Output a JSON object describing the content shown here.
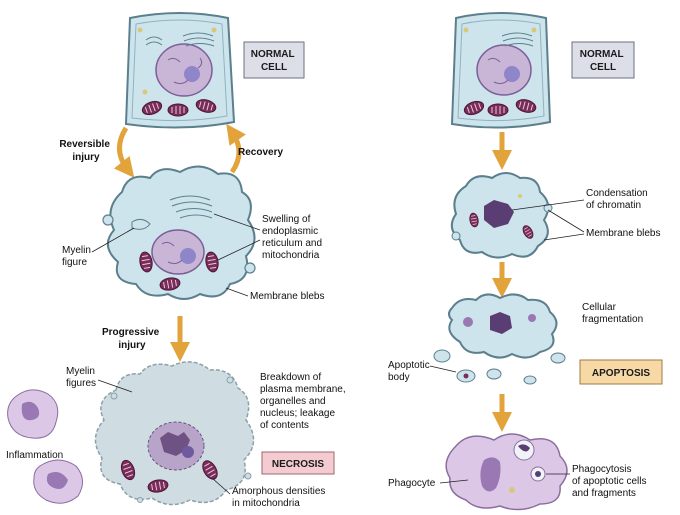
{
  "colors": {
    "cytoplasm": "#cde4ec",
    "cell_outline": "#5b7f8c",
    "nucleus": "#c9b5d6",
    "nucleolus": "#8f86c9",
    "mito": "#7a2c5a",
    "arrow": "#e2a33a",
    "normal_box": "#dcdfe8",
    "necrosis_box": "#f3cbd0",
    "apoptosis_box": "#f7d9a6",
    "phagocyte": "#dcc8e6"
  },
  "labels": {
    "normal_cell_left": [
      "NORMAL",
      "CELL"
    ],
    "normal_cell_right": [
      "NORMAL",
      "CELL"
    ],
    "reversible_injury": [
      "Reversible",
      "injury"
    ],
    "recovery": "Recovery",
    "swelling": [
      "Swelling of",
      "endoplasmic",
      "reticulum and",
      "mitochondria"
    ],
    "myelin_figure": [
      "Myelin",
      "figure"
    ],
    "membrane_blebs_left": "Membrane blebs",
    "progressive_injury": [
      "Progressive",
      "injury"
    ],
    "myelin_figures": [
      "Myelin",
      "figures"
    ],
    "breakdown": [
      "Breakdown of",
      "plasma membrane,",
      "organelles and",
      "nucleus; leakage",
      "of contents"
    ],
    "inflammation": "Inflammation",
    "necrosis": "NECROSIS",
    "amorphous": [
      "Amorphous densities",
      "in mitochondria"
    ],
    "condensation": [
      "Condensation",
      "of chromatin"
    ],
    "membrane_blebs_right": "Membrane blebs",
    "cellular_fragmentation": [
      "Cellular",
      "fragmentation"
    ],
    "apoptotic_body": [
      "Apoptotic",
      "body"
    ],
    "apoptosis": "APOPTOSIS",
    "phagocyte": "Phagocyte",
    "phagocytosis": [
      "Phagocytosis",
      "of apoptotic cells",
      "and fragments"
    ]
  }
}
